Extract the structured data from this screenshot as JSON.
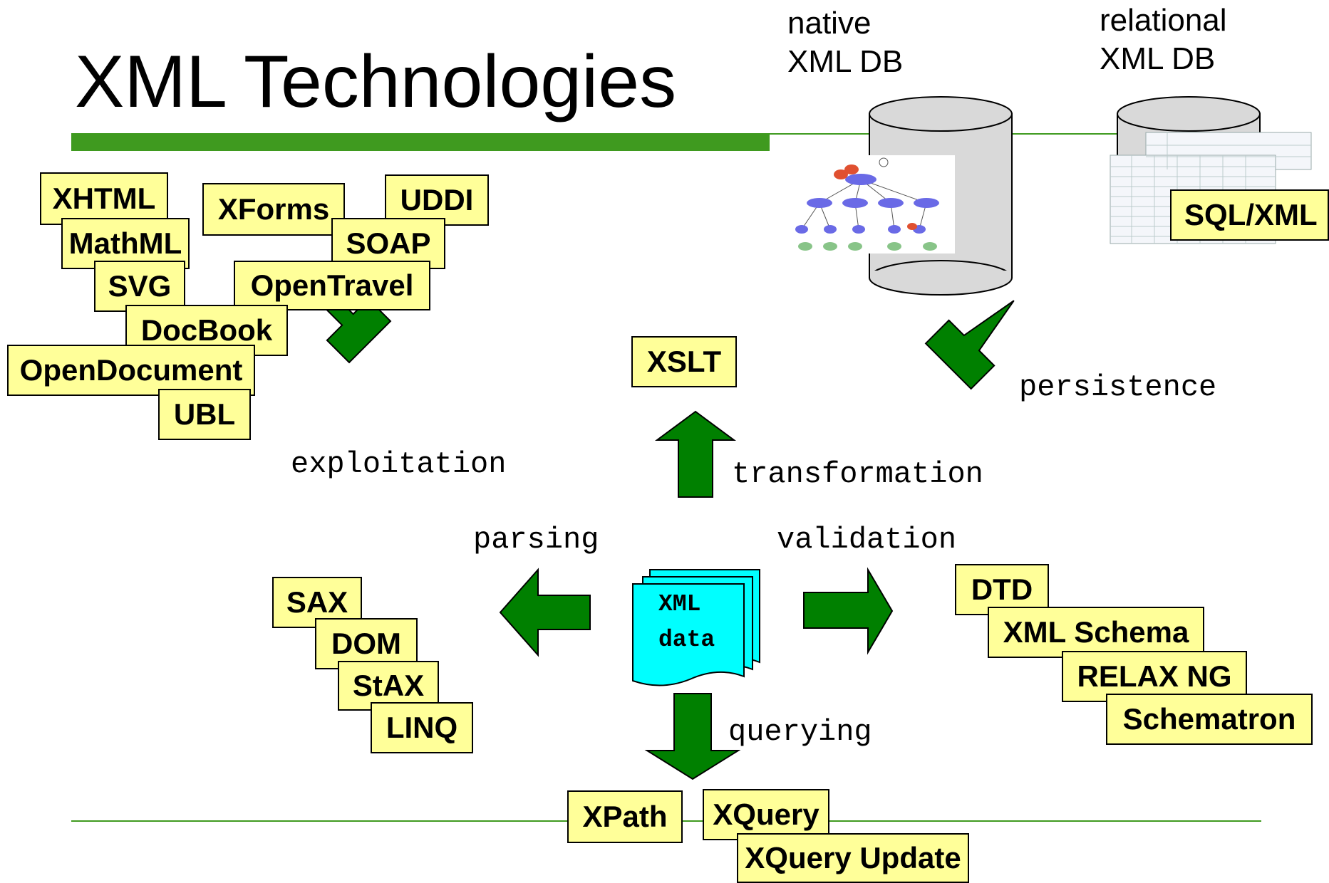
{
  "title": "XML Technologies",
  "db_labels": {
    "native": [
      "native",
      "XML DB"
    ],
    "relational": [
      "relational",
      "XML DB"
    ]
  },
  "flow_labels": {
    "exploitation": "exploitation",
    "transformation": "transformation",
    "persistence": "persistence",
    "parsing": "parsing",
    "validation": "validation",
    "querying": "querying"
  },
  "center": [
    "XML",
    "data"
  ],
  "exploitation_boxes": [
    "XHTML",
    "XForms",
    "UDDI",
    "MathML",
    "SOAP",
    "SVG",
    "OpenTravel",
    "DocBook",
    "OpenDocument",
    "UBL"
  ],
  "transformation_boxes": [
    "XSLT"
  ],
  "persistence_boxes": [
    "SQL/XML"
  ],
  "parsing_boxes": [
    "SAX",
    "DOM",
    "StAX",
    "LINQ"
  ],
  "validation_boxes": [
    "DTD",
    "XML Schema",
    "RELAX NG",
    "Schematron"
  ],
  "querying_boxes": [
    "XPath",
    "XQuery",
    "XQuery Update"
  ],
  "colors": {
    "box_fill": "#ffff99",
    "arrow": "#008000",
    "accent": "#3f9a1f",
    "document": "#00ffff",
    "cylinder": "#d9d9d9"
  }
}
